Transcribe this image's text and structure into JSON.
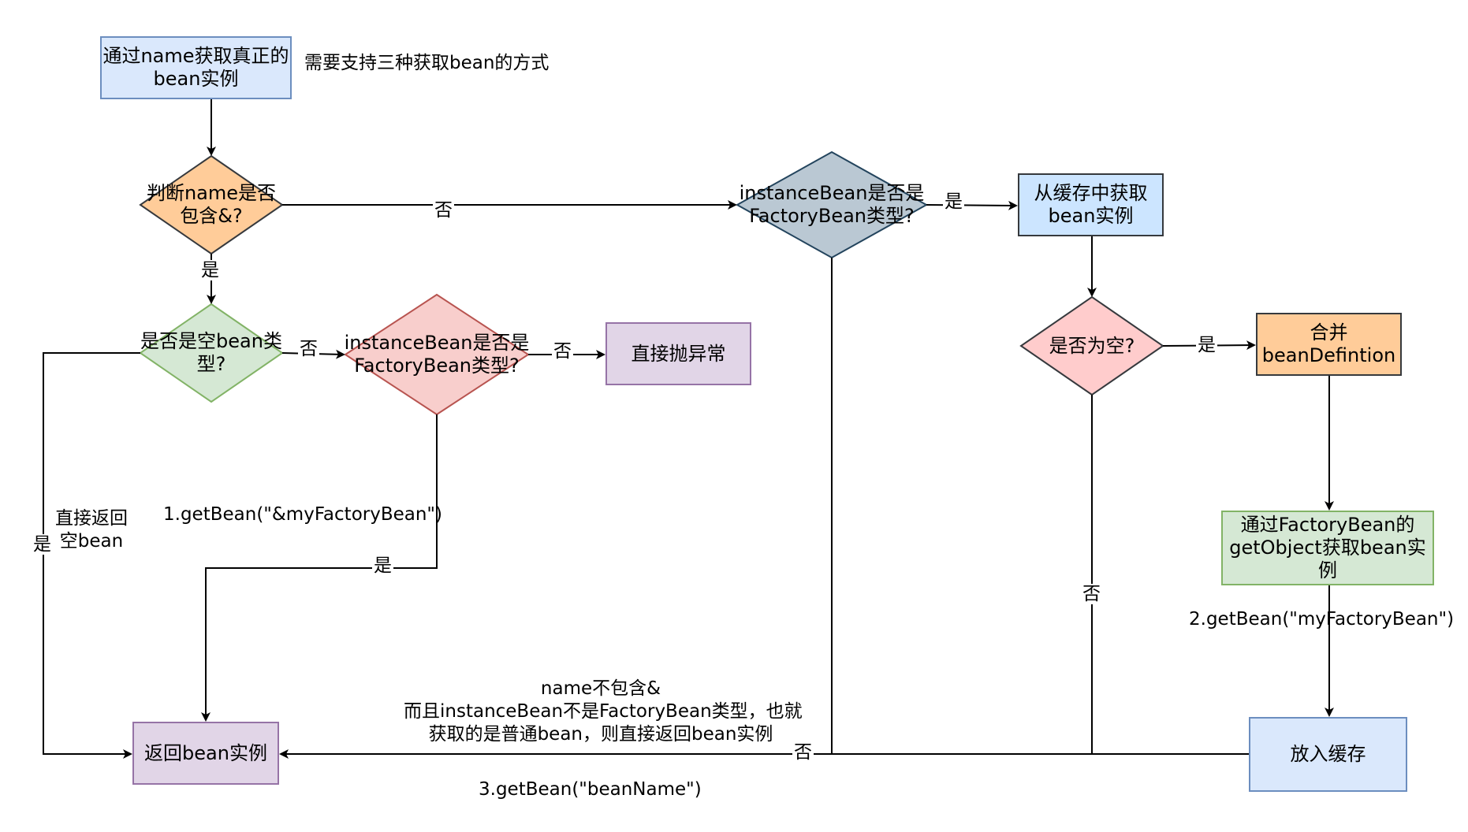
{
  "nodes": {
    "start": {
      "line1": "通过name获取真正的",
      "line2": "bean实例"
    },
    "check_ampersand": {
      "line1": "判断name是否",
      "line2": "包含&?"
    },
    "check_null_bean": {
      "line1": "是否是空bean类",
      "line2": "型?"
    },
    "check_factorybean_left": {
      "line1": "instanceBean是否是",
      "line2": "FactoryBean类型?"
    },
    "throw_exception": {
      "text": "直接抛异常"
    },
    "check_factorybean_top": {
      "line1": "instanceBean是否是",
      "line2": "FactoryBean类型?"
    },
    "get_from_cache": {
      "line1": "从缓存中获取",
      "line2": "bean实例"
    },
    "check_empty": {
      "text": "是否为空?"
    },
    "merge_definition": {
      "line1": "合并",
      "line2": "beanDefintion"
    },
    "get_object": {
      "line1": "通过FactoryBean的",
      "line2": "getObject获取bean实例"
    },
    "put_cache": {
      "text": "放入缓存"
    },
    "return_bean": {
      "text": "返回bean实例"
    }
  },
  "annotations": {
    "three_ways": "需要支持三种获取bean的方式",
    "return_null": {
      "line1": "直接返回",
      "line2": "空bean"
    },
    "call1": "1.getBean(\"&myFactoryBean\")",
    "call2": "2.getBean(\"myFactoryBean\")",
    "call3": "3.getBean(\"beanName\")",
    "normal_bean": {
      "line1": "name不包含&",
      "line2": "而且instanceBean不是FactoryBean类型，也就",
      "line3": "获取的是普通bean，则直接返回bean实例"
    }
  },
  "edge_labels": {
    "amp_no": "否",
    "amp_yes": "是",
    "null_no": "否",
    "null_yes": "是",
    "fb_left_no": "否",
    "fb_left_yes": "是",
    "fb_top_yes": "是",
    "fb_top_no": "否",
    "empty_yes": "是",
    "empty_no": "否"
  },
  "colors": {
    "blue_fill": "#dae8fc",
    "blue_stroke": "#6c8ebf",
    "orange_fill": "#ffcc99",
    "orange_stroke": "#36393d",
    "green_fill": "#d5e8d4",
    "green_stroke": "#82b366",
    "red_fill": "#f8cecc",
    "red_stroke": "#b85450",
    "purple_fill": "#e1d5e7",
    "purple_stroke": "#9673a6",
    "gray_fill": "#bac8d3",
    "gray_stroke": "#23445d",
    "cache_fill": "#cce5ff",
    "cache_stroke": "#36393d"
  }
}
